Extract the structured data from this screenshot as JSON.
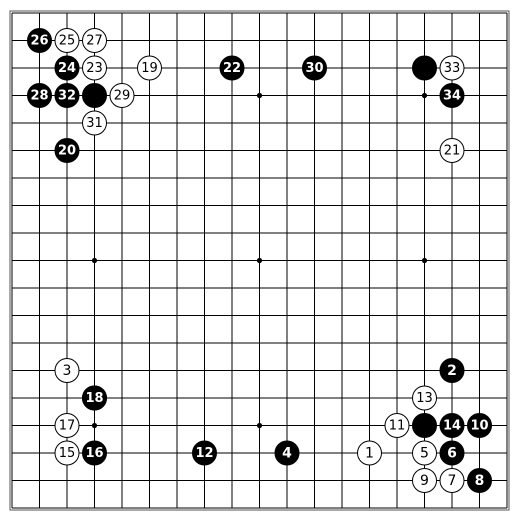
{
  "board": {
    "size": 19,
    "background": "#ffffff",
    "line_color": "#000000",
    "hoshi": [
      [
        4,
        4
      ],
      [
        10,
        4
      ],
      [
        16,
        4
      ],
      [
        4,
        10
      ],
      [
        10,
        10
      ],
      [
        16,
        10
      ],
      [
        4,
        16
      ],
      [
        10,
        16
      ],
      [
        16,
        16
      ]
    ]
  },
  "colors": {
    "black": "#000000",
    "white": "#ffffff"
  },
  "stones": [
    {
      "col": 16,
      "row": 16,
      "color": "black",
      "label": ""
    },
    {
      "col": 4,
      "row": 4,
      "color": "black",
      "label": ""
    },
    {
      "col": 16,
      "row": 3,
      "color": "black",
      "label": ""
    },
    {
      "col": 4,
      "row": 15,
      "color": "black",
      "label": ""
    },
    {
      "col": 14,
      "row": 17,
      "color": "white",
      "label": "1"
    },
    {
      "col": 17,
      "row": 14,
      "color": "black",
      "label": "2"
    },
    {
      "col": 3,
      "row": 14,
      "color": "white",
      "label": "3"
    },
    {
      "col": 11,
      "row": 17,
      "color": "black",
      "label": "4"
    },
    {
      "col": 16,
      "row": 17,
      "color": "white",
      "label": "5"
    },
    {
      "col": 17,
      "row": 17,
      "color": "black",
      "label": "6"
    },
    {
      "col": 17,
      "row": 18,
      "color": "white",
      "label": "7"
    },
    {
      "col": 18,
      "row": 18,
      "color": "black",
      "label": "8"
    },
    {
      "col": 16,
      "row": 18,
      "color": "white",
      "label": "9"
    },
    {
      "col": 18,
      "row": 16,
      "color": "black",
      "label": "10"
    },
    {
      "col": 15,
      "row": 16,
      "color": "white",
      "label": "11"
    },
    {
      "col": 8,
      "row": 17,
      "color": "black",
      "label": "12"
    },
    {
      "col": 16,
      "row": 15,
      "color": "white",
      "label": "13"
    },
    {
      "col": 17,
      "row": 16,
      "color": "black",
      "label": "14"
    },
    {
      "col": 3,
      "row": 17,
      "color": "white",
      "label": "15"
    },
    {
      "col": 4,
      "row": 17,
      "color": "black",
      "label": "16"
    },
    {
      "col": 3,
      "row": 16,
      "color": "white",
      "label": "17"
    },
    {
      "col": 4,
      "row": 15,
      "color": "black",
      "label": "18"
    },
    {
      "col": 6,
      "row": 3,
      "color": "white",
      "label": "19"
    },
    {
      "col": 3,
      "row": 6,
      "color": "black",
      "label": "20"
    },
    {
      "col": 17,
      "row": 6,
      "color": "white",
      "label": "21"
    },
    {
      "col": 9,
      "row": 3,
      "color": "black",
      "label": "22"
    },
    {
      "col": 4,
      "row": 3,
      "color": "white",
      "label": "23"
    },
    {
      "col": 3,
      "row": 3,
      "color": "black",
      "label": "24"
    },
    {
      "col": 3,
      "row": 2,
      "color": "white",
      "label": "25"
    },
    {
      "col": 2,
      "row": 2,
      "color": "black",
      "label": "26"
    },
    {
      "col": 4,
      "row": 2,
      "color": "white",
      "label": "27"
    },
    {
      "col": 2,
      "row": 4,
      "color": "black",
      "label": "28"
    },
    {
      "col": 5,
      "row": 4,
      "color": "white",
      "label": "29"
    },
    {
      "col": 12,
      "row": 3,
      "color": "black",
      "label": "30"
    },
    {
      "col": 4,
      "row": 5,
      "color": "white",
      "label": "31"
    },
    {
      "col": 3,
      "row": 4,
      "color": "black",
      "label": "32"
    },
    {
      "col": 17,
      "row": 3,
      "color": "white",
      "label": "33"
    },
    {
      "col": 17,
      "row": 4,
      "color": "black",
      "label": "34"
    }
  ]
}
